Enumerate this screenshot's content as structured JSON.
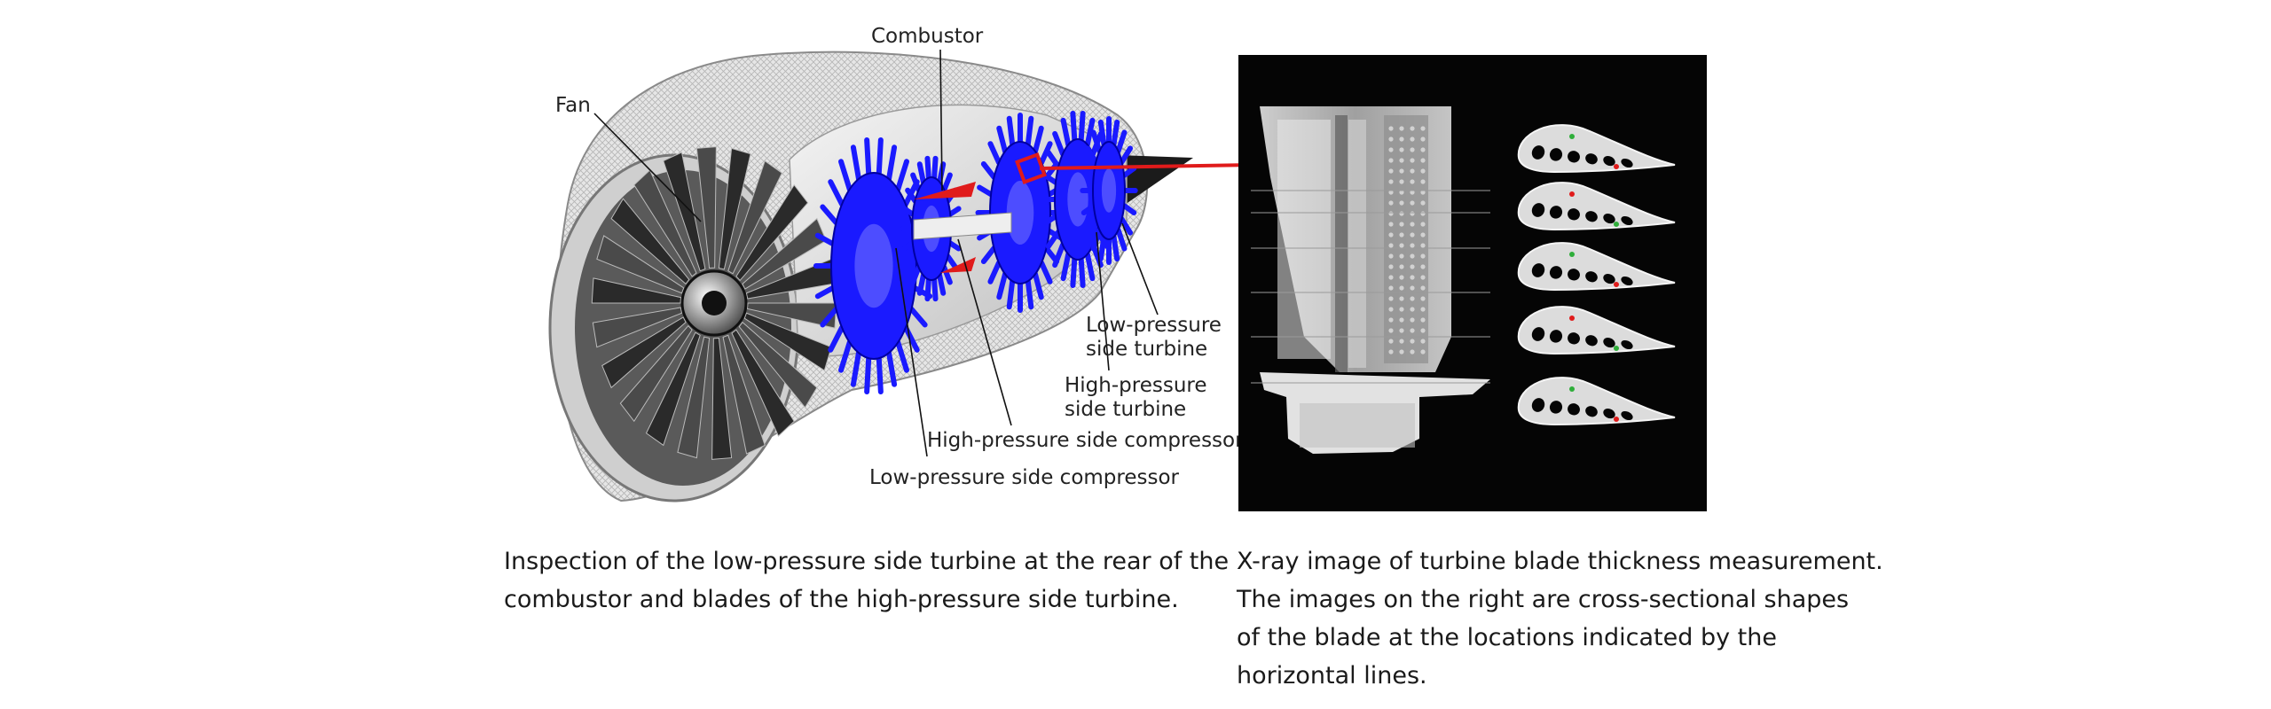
{
  "engine_labels": {
    "combustor": "Combustor",
    "fan": "Fan",
    "lp_turbine": [
      "Low-pressure",
      "side turbine"
    ],
    "hp_turbine": [
      "High-pressure",
      "side turbine"
    ],
    "hp_compressor": "High-pressure side compressor",
    "lp_compressor": "Low-pressure side compressor"
  },
  "captions": {
    "left": [
      "Inspection of the low-pressure side turbine at the rear of the",
      "combustor and blades of the high-pressure side turbine."
    ],
    "right": [
      "X-ray image of turbine blade thickness measurement.",
      "The images on the right are cross-sectional shapes",
      "of the blade at the locations indicated by the",
      "horizontal lines."
    ]
  },
  "colors": {
    "blade_blue": "#1a1aff",
    "highlight_red": "#e01b1b",
    "xray_background": "#050505"
  }
}
